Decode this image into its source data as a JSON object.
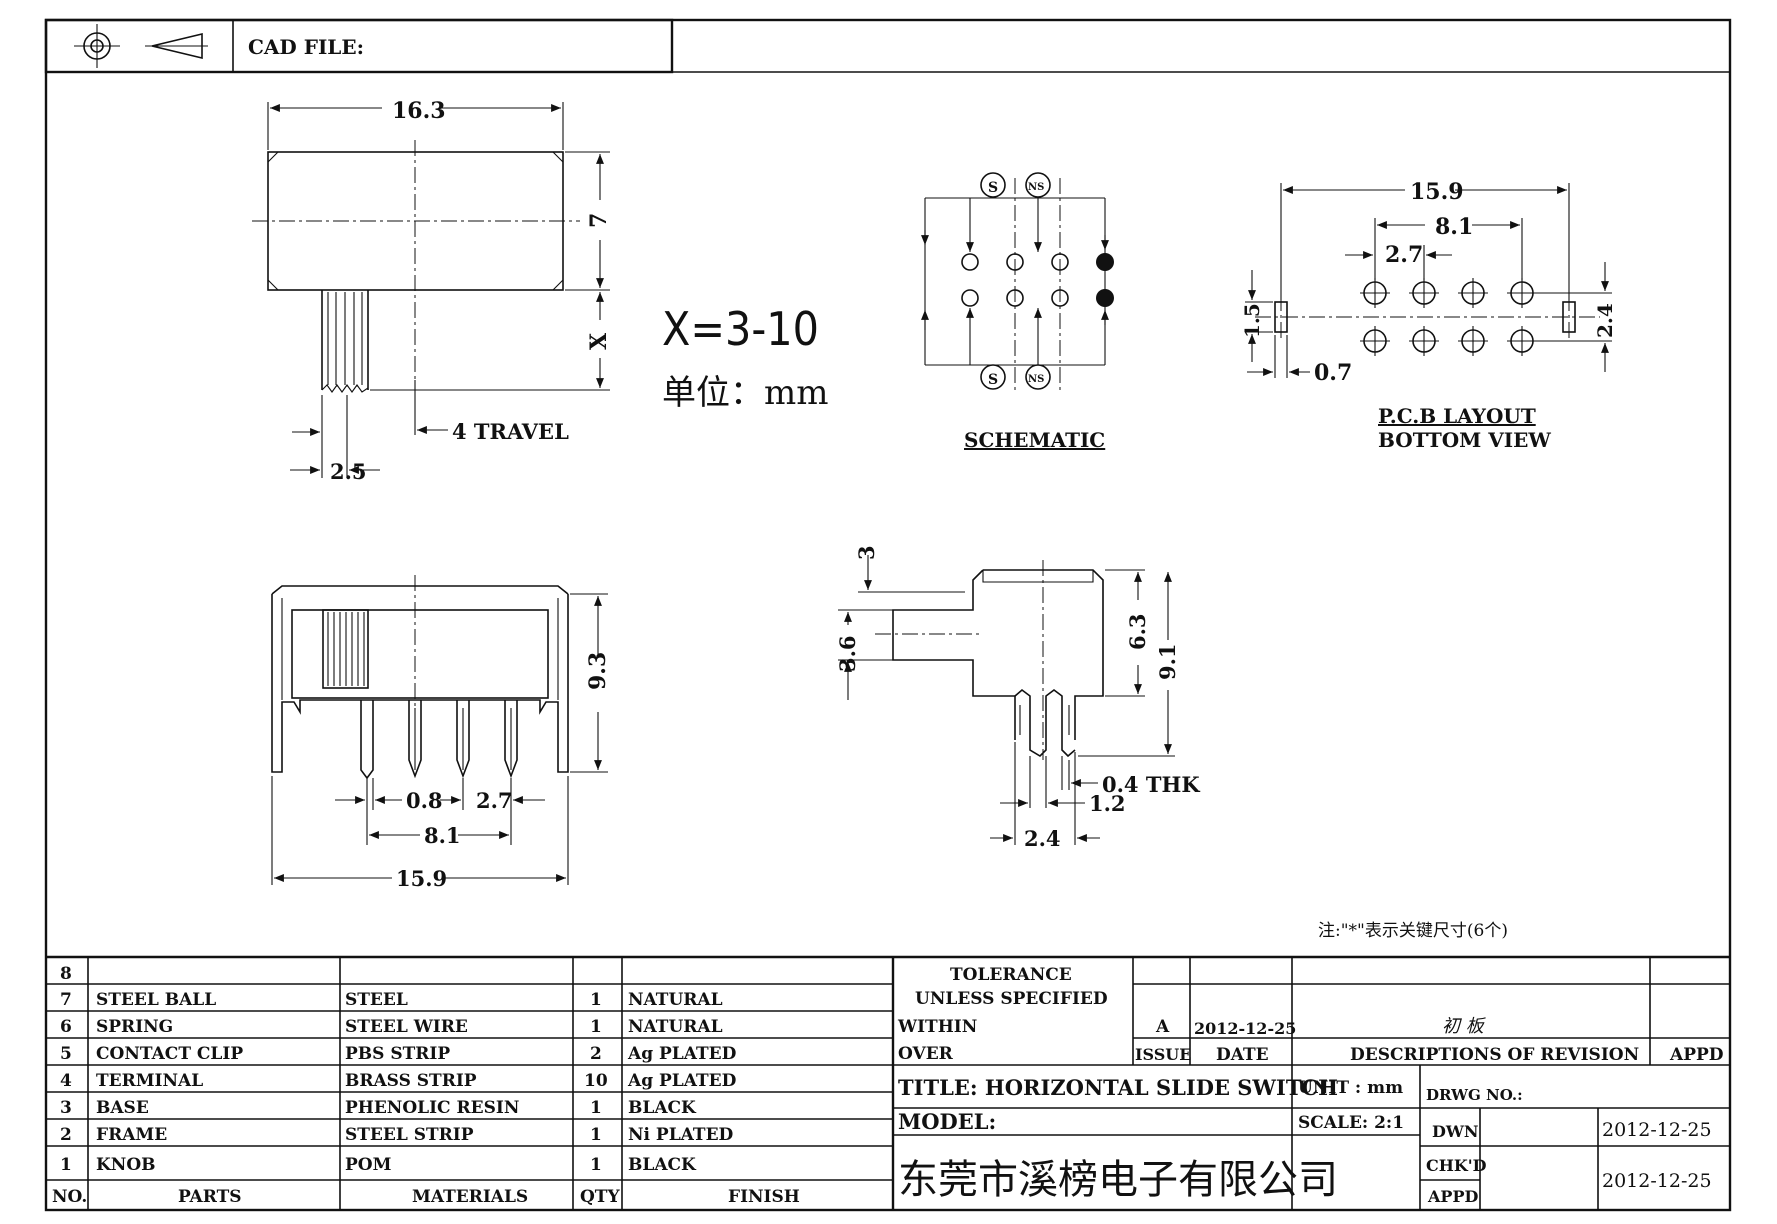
{
  "header": {
    "cad_label": "CAD FILE:"
  },
  "side_view": {
    "width": "16.3",
    "height": "7",
    "x_dim": "X",
    "travel": "4 TRAVEL",
    "knob_width": "2.5"
  },
  "x_note": {
    "range": "X=3-10",
    "unit": "单位：mm"
  },
  "schematic": {
    "title": "SCHEMATIC",
    "top_s": "S",
    "top_ns": "NS",
    "bottom_s": "S",
    "bottom_ns": "NS"
  },
  "pcb_layout": {
    "title": "P.C.B LAYOUT",
    "subtitle": "BOTTOM VIEW",
    "overall": "15.9",
    "inner": "8.1",
    "pitch": "2.7",
    "slot_h": "1.5",
    "rows": "2.4",
    "slot_w": "0.7"
  },
  "front_view": {
    "height": "9.3",
    "pin_w": "0.8",
    "pitch": "2.7",
    "span": "8.1",
    "overall": "15.9"
  },
  "end_view": {
    "knob_h": "3",
    "knob_w": "3.6",
    "body_h": "6.3",
    "total_h": "9.1",
    "thk": "0.4 THK",
    "clip": "1.2",
    "legs": "2.4"
  },
  "note": "注:\"*\"表示关键尺寸(6个)",
  "bom": {
    "rows": [
      {
        "no": "8",
        "part": "",
        "material": "",
        "qty": "",
        "finish": ""
      },
      {
        "no": "7",
        "part": "STEEL BALL",
        "material": "STEEL",
        "qty": "1",
        "finish": "NATURAL"
      },
      {
        "no": "6",
        "part": "SPRING",
        "material": "STEEL WIRE",
        "qty": "1",
        "finish": "NATURAL"
      },
      {
        "no": "5",
        "part": "CONTACT CLIP",
        "material": "PBS STRIP",
        "qty": "2",
        "finish": "Ag PLATED"
      },
      {
        "no": "4",
        "part": "TERMINAL",
        "material": "BRASS STRIP",
        "qty": "10",
        "finish": "Ag PLATED"
      },
      {
        "no": "3",
        "part": "BASE",
        "material": "PHENOLIC RESIN",
        "qty": "1",
        "finish": "BLACK"
      },
      {
        "no": "2",
        "part": "FRAME",
        "material": "STEEL STRIP",
        "qty": "1",
        "finish": "Ni PLATED"
      },
      {
        "no": "1",
        "part": "KNOB",
        "material": "POM",
        "qty": "1",
        "finish": "BLACK"
      }
    ],
    "headers": {
      "no": "NO.",
      "part": "PARTS",
      "material": "MATERIALS",
      "qty": "QTY",
      "finish": "FINISH"
    }
  },
  "title_block": {
    "tolerance": "TOLERANCE",
    "unless": "UNLESS   SPECIFIED",
    "within": "WITHIN",
    "over": "OVER",
    "issue_value": "A",
    "date_value": "2012-12-25",
    "revision_desc": "初 板",
    "issue_label": "ISSUE",
    "date_label": "DATE",
    "desc_label": "DESCRIPTIONS OF REVISION",
    "appd_label": "APPD",
    "title": "TITLE: HORIZONTAL SLIDE SWITCH",
    "unit": "UNIT : mm",
    "drwg_no": "DRWG NO.:",
    "model": "MODEL:",
    "scale": "SCALE: 2:1",
    "dwn": "DWN",
    "dwn_date": "2012-12-25",
    "company": "东莞市溪榜电子有限公司",
    "chkd": "CHK'D",
    "appd": "APPD",
    "appd_date": "2012-12-25"
  }
}
